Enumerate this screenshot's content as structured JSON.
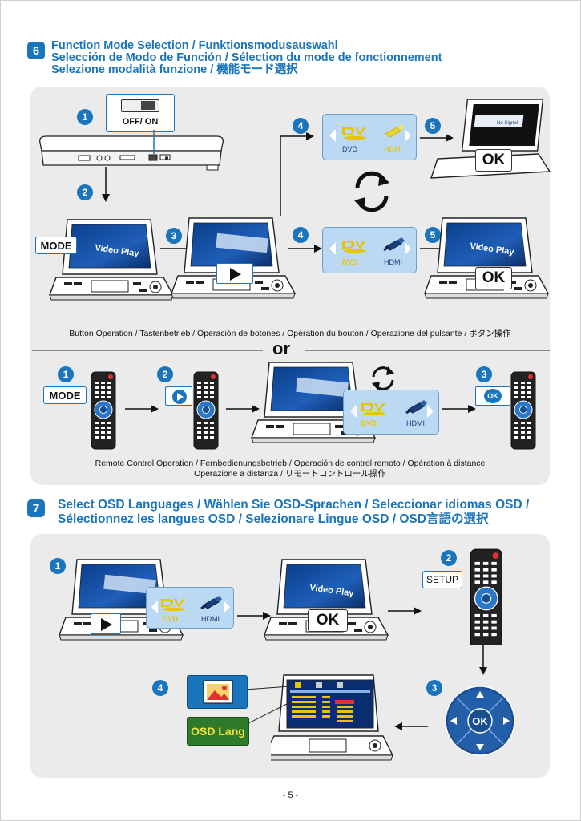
{
  "section6": {
    "number": "6",
    "line1": "Function Mode Selection / Funktionsmodusauswahl",
    "line2": "Selección de Modo de Función / Sélection du mode de fonctionnement",
    "line3": "Selezione modalità funzione / 機能モード選択",
    "switch_label": "OFF/  ON",
    "mode_label": "MODE",
    "video_play": "Video Play",
    "no_signal": "No Signal",
    "ok_label": "OK",
    "dvd_label": "DVD",
    "hdmi_label": "HDMI",
    "steps": [
      "1",
      "2",
      "3",
      "4",
      "5"
    ],
    "button_caption": "Button Operation / Tastenbetrieb / Operación de botones / Opération du bouton / Operazione del pulsante / ボタン操作",
    "or_label": "or",
    "remote_caption_line1": "Remote Control Operation / Fernbedienungsbetrieb / Operación de control remoto / Opération à distance",
    "remote_caption_line2": "Operazione a distanza / リモートコントロール操作"
  },
  "section7": {
    "number": "7",
    "line1": "Select OSD Languages / Wählen Sie OSD-Sprachen / Seleccionar idiomas OSD /",
    "line2": "Sélectionnez les langues OSD / Selezionare Lingue OSD / OSD言語の選択",
    "setup_label": "SETUP",
    "osd_lang_label": "OSD Lang",
    "ok_label": "OK",
    "video_play": "Video Play",
    "dvd_label": "DVD",
    "hdmi_label": "HDMI",
    "steps": [
      "1",
      "2",
      "3",
      "4"
    ]
  },
  "page_number": "- 5 -",
  "colors": {
    "accent": "#1b75bc",
    "panel": "#ebebeb",
    "popup": "#bcd9f3",
    "dvd_yellow": "#e8c400"
  }
}
